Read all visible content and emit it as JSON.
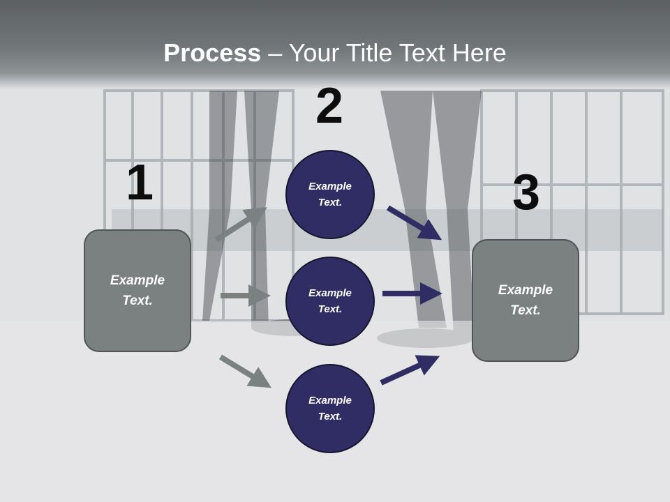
{
  "title": {
    "bold": "Process",
    "rest": " – Your Title Text Here"
  },
  "steps": [
    {
      "number": "1",
      "label": "Example Text."
    },
    {
      "number": "2",
      "label": "Example Text."
    },
    {
      "number": "3",
      "label": "Example Text."
    }
  ],
  "circles": [
    {
      "label": "Example Text."
    },
    {
      "label": "Example Text."
    },
    {
      "label": "Example Text."
    }
  ],
  "colors": {
    "box": "#7b8080",
    "circle": "#2f2d63",
    "arrow_gray": "#7b8080",
    "arrow_navy": "#2f2d63"
  }
}
